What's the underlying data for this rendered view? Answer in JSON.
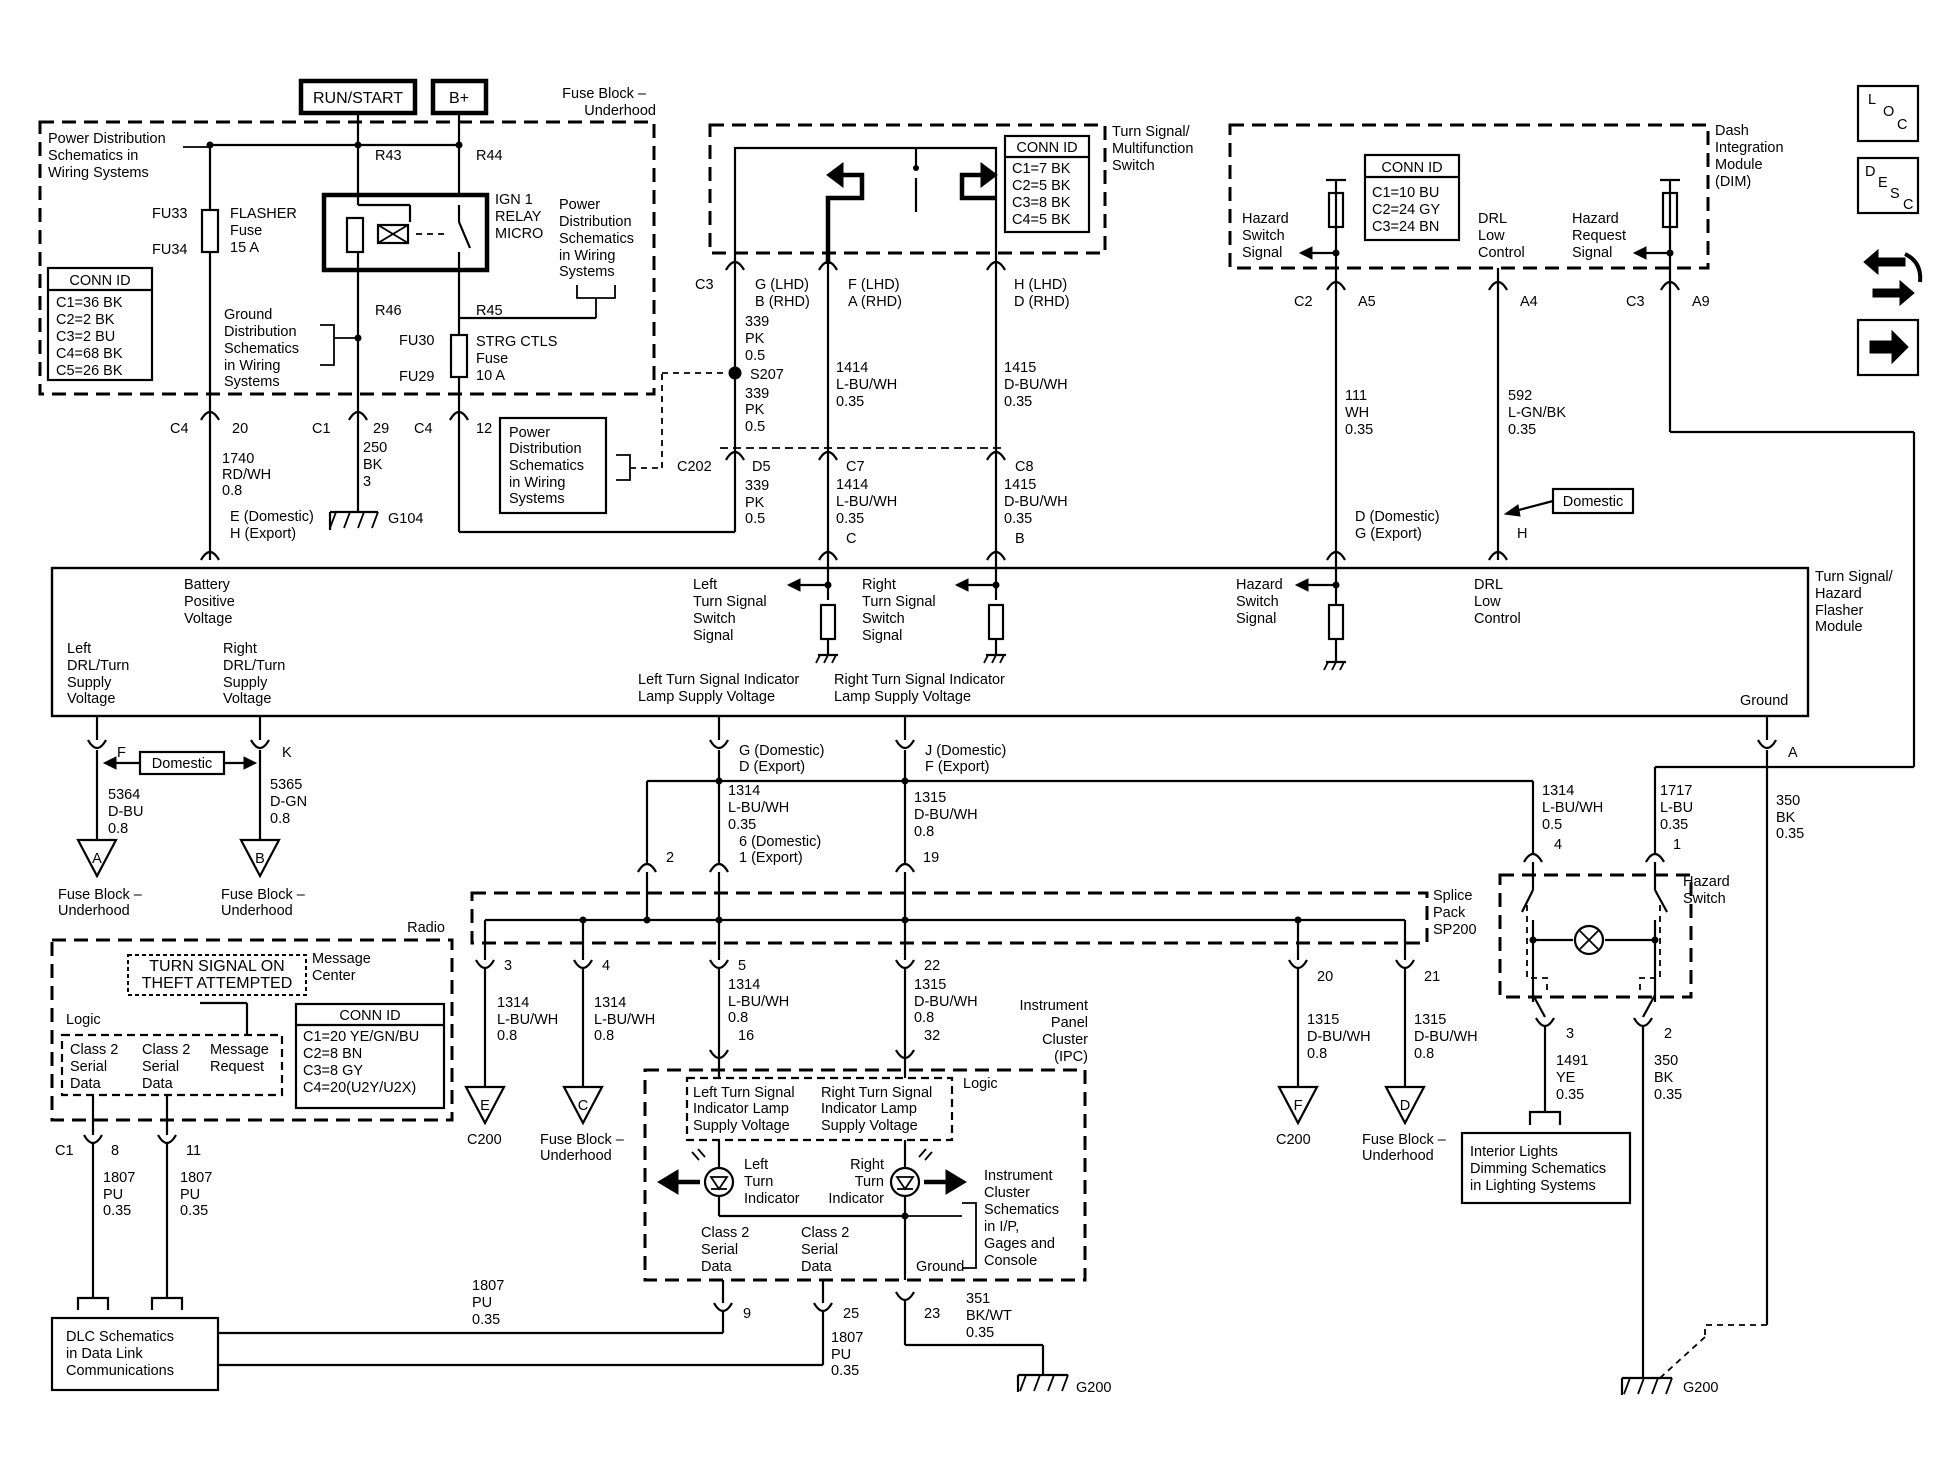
{
  "power": {
    "run_start": "RUN/START",
    "bplus": "B+"
  },
  "fuse_block": {
    "title_l1": "Fuse Block –",
    "title_l2": "Underhood",
    "pds_l1": "Power Distribution",
    "pds_l2": "Schematics in",
    "pds_l3": "Wiring Systems",
    "r43": "R43",
    "r44": "R44",
    "r46": "R46",
    "r45": "R45",
    "fu33": "FU33",
    "fu34": "FU34",
    "flasher_l1": "FLASHER",
    "flasher_l2": "Fuse",
    "flasher_l3": "15 A",
    "relay_l1": "IGN 1",
    "relay_l2": "RELAY",
    "relay_l3": "MICRO",
    "pds2_l1": "Power",
    "pds2_l2": "Distribution",
    "pds2_l3": "Schematics",
    "pds2_l4": "in Wiring",
    "pds2_l5": "Systems",
    "gnd_l1": "Ground",
    "gnd_l2": "Distribution",
    "gnd_l3": "Schematics",
    "gnd_l4": "in Wiring",
    "gnd_l5": "Systems",
    "fu30": "FU30",
    "fu29": "FU29",
    "strg_l1": "STRG CTLS",
    "strg_l2": "Fuse",
    "strg_l3": "10 A",
    "conn_title": "CONN ID",
    "conn": [
      "C1=36 BK",
      "C2=2 BK",
      "C3=2 BU",
      "C4=68 BK",
      "C5=26 BK"
    ]
  },
  "fb_pins": {
    "c4a": "C4",
    "p20": "20",
    "c1": "C1",
    "p29": "29",
    "c4b": "C4",
    "p12": "12",
    "w1740_a": "1740",
    "w1740_b": "RD/WH",
    "w1740_c": "0.8",
    "w250_a": "250",
    "w250_b": "BK",
    "w250_c": "3",
    "e_dom": "E (Domestic)",
    "h_exp": "H (Export)",
    "g104": "G104"
  },
  "pds_box": {
    "l1": "Power",
    "l2": "Distribution",
    "l3": "Schematics",
    "l4": "in Wiring",
    "l5": "Systems"
  },
  "turn_switch": {
    "title_l1": "Turn Signal/",
    "title_l2": "Multifunction",
    "title_l3": "Switch",
    "conn_title": "CONN ID",
    "conn": [
      "C1=7 BK",
      "C2=5 BK",
      "C3=8 BK",
      "C4=5 BK"
    ],
    "c3": "C3",
    "g_lhd": "G (LHD)",
    "b_rhd": "B (RHD)",
    "f_lhd": "F (LHD)",
    "a_rhd": "A (RHD)",
    "h_lhd": "H (LHD)",
    "d_rhd": "D (RHD)",
    "w339_a": "339",
    "w339_b": "PK",
    "w339_c": "0.5",
    "s207": "S207",
    "w339b_a": "339",
    "w339b_b": "PK",
    "w339b_c": "0.5",
    "w1414_a": "1414",
    "w1414_b": "L-BU/WH",
    "w1414_c": "0.35",
    "w1415_a": "1415",
    "w1415_b": "D-BU/WH",
    "w1415_c": "0.35",
    "c202": "C202",
    "d5": "D5",
    "c7": "C7",
    "c8": "C8",
    "w339c_a": "339",
    "w339c_b": "PK",
    "w339c_c": "0.5",
    "w1414b_a": "1414",
    "w1414b_b": "L-BU/WH",
    "w1414b_c": "0.35",
    "w1415b_a": "1415",
    "w1415b_b": "D-BU/WH",
    "w1415b_c": "0.35",
    "pin_c": "C",
    "pin_b": "B"
  },
  "dim": {
    "title_l1": "Dash",
    "title_l2": "Integration",
    "title_l3": "Module",
    "title_l4": "(DIM)",
    "conn_title": "CONN ID",
    "conn": [
      "C1=10 BU",
      "C2=24 GY",
      "C3=24 BN"
    ],
    "hz_l1": "Hazard",
    "hz_l2": "Switch",
    "hz_l3": "Signal",
    "drl_l1": "DRL",
    "drl_l2": "Low",
    "drl_l3": "Control",
    "hr_l1": "Hazard",
    "hr_l2": "Request",
    "hr_l3": "Signal",
    "c2": "C2",
    "a5": "A5",
    "a4": "A4",
    "c3": "C3",
    "a9": "A9",
    "w111_a": "111",
    "w111_b": "WH",
    "w111_c": "0.35",
    "w592_a": "592",
    "w592_b": "L-GN/BK",
    "w592_c": "0.35",
    "domestic": "Domestic",
    "d_dom": "D (Domestic)",
    "g_exp": "G (Export)",
    "pin_h": "H"
  },
  "module": {
    "title_l1": "Turn Signal/",
    "title_l2": "Hazard",
    "title_l3": "Flasher",
    "title_l4": "Module",
    "bpv_l1": "Battery",
    "bpv_l2": "Positive",
    "bpv_l3": "Voltage",
    "lts_l1": "Left",
    "lts_l2": "Turn Signal",
    "lts_l3": "Switch",
    "lts_l4": "Signal",
    "rts_l1": "Right",
    "rts_l2": "Turn Signal",
    "rts_l3": "Switch",
    "rts_l4": "Signal",
    "hss_l1": "Hazard",
    "hss_l2": "Switch",
    "hss_l3": "Signal",
    "drl_l1": "DRL",
    "drl_l2": "Low",
    "drl_l3": "Control",
    "ldrl_l1": "Left",
    "ldrl_l2": "DRL/Turn",
    "ldrl_l3": "Supply",
    "ldrl_l4": "Voltage",
    "rdrl_l1": "Right",
    "rdrl_l2": "DRL/Turn",
    "rdrl_l3": "Supply",
    "rdrl_l4": "Voltage",
    "lti_l1": "Left Turn Signal Indicator",
    "lti_l2": "Lamp Supply Voltage",
    "rti_l1": "Right Turn Signal Indicator",
    "rti_l2": "Lamp Supply Voltage",
    "ground": "Ground"
  },
  "lower": {
    "pin_f": "F",
    "pin_k": "K",
    "domestic": "Domestic",
    "w5364_a": "5364",
    "w5364_b": "D-BU",
    "w5364_c": "0.8",
    "w5365_a": "5365",
    "w5365_b": "D-GN",
    "w5365_c": "0.8",
    "ref_a": "A",
    "ref_b": "B",
    "fba_l1": "Fuse Block –",
    "fba_l2": "Underhood",
    "fbb_l1": "Fuse Block –",
    "fbb_l2": "Underhood",
    "g_dom": "G (Domestic)",
    "d_exp": "D (Export)",
    "j_dom": "J (Domestic)",
    "f_exp": "F (Export)",
    "pin_a": "A",
    "w1314_a": "1314",
    "w1314_b": "L-BU/WH",
    "w1314_c": "0.35",
    "w1315_a": "1315",
    "w1315_b": "D-BU/WH",
    "w1315_c": "0.8",
    "six_dom": "6 (Domestic)",
    "one_exp": "1 (Export)",
    "p2": "2",
    "p19": "19",
    "w1314r_a": "1314",
    "w1314r_b": "L-BU/WH",
    "w1314r_c": "0.5",
    "w1717_a": "1717",
    "w1717_b": "L-BU",
    "w1717_c": "0.35",
    "w350_a": "350",
    "w350_b": "BK",
    "w350_c": "0.35",
    "p4": "4",
    "p1": "1",
    "splice_l1": "Splice",
    "splice_l2": "Pack",
    "splice_l3": "SP200",
    "hazsw_l1": "Hazard",
    "hazsw_l2": "Switch",
    "s3": "3",
    "s4": "4",
    "s5": "5",
    "s22": "22",
    "s20": "20",
    "s21": "21",
    "wa_a": "1314",
    "wa_b": "L-BU/WH",
    "wa_c": "0.8",
    "wb_a": "1314",
    "wb_b": "L-BU/WH",
    "wb_c": "0.8",
    "wc_a": "1314",
    "wc_b": "L-BU/WH",
    "wc_c": "0.8",
    "p16": "16",
    "wd_a": "1315",
    "wd_b": "D-BU/WH",
    "wd_c": "0.8",
    "p32": "32",
    "we_a": "1315",
    "we_b": "D-BU/WH",
    "we_c": "0.8",
    "wf_a": "1315",
    "wf_b": "D-BU/WH",
    "wf_c": "0.8",
    "ref_e": "E",
    "ref_c": "C",
    "ref_f": "F",
    "ref_d": "D",
    "c200a": "C200",
    "fbc_l1": "Fuse Block –",
    "fbc_l2": "Underhood",
    "c200b": "C200",
    "fbd_l1": "Fuse Block –",
    "fbd_l2": "Underhood",
    "h3": "3",
    "h2": "2",
    "w1491_a": "1491",
    "w1491_b": "YE",
    "w1491_c": "0.35",
    "w350b_a": "350",
    "w350b_b": "BK",
    "w350b_c": "0.35",
    "il_l1": "Interior Lights",
    "il_l2": "Dimming Schematics",
    "il_l3": "in Lighting Systems",
    "g200b": "G200"
  },
  "radio": {
    "title": "Radio",
    "msg_l1": "TURN SIGNAL ON",
    "msg_l2": "THEFT ATTEMPTED",
    "mc_l1": "Message",
    "mc_l2": "Center",
    "logic": "Logic",
    "cs1_l1": "Class 2",
    "cs1_l2": "Serial",
    "cs1_l3": "Data",
    "cs2_l1": "Class 2",
    "cs2_l2": "Serial",
    "cs2_l3": "Data",
    "mr_l1": "Message",
    "mr_l2": "Request",
    "conn_title": "CONN ID",
    "conn": [
      "C1=20 YE/GN/BU",
      "C2=8 BN",
      "C3=8 GY",
      "C4=20(U2Y/U2X)"
    ],
    "c1": "C1",
    "p8": "8",
    "p11": "11",
    "w1807a_a": "1807",
    "w1807a_b": "PU",
    "w1807a_c": "0.35",
    "w1807b_a": "1807",
    "w1807b_b": "PU",
    "w1807b_c": "0.35",
    "dlc_l1": "DLC Schematics",
    "dlc_l2": "in Data Link",
    "dlc_l3": "Communications",
    "w1807c_a": "1807",
    "w1807c_b": "PU",
    "w1807c_c": "0.35"
  },
  "ipc": {
    "title_l1": "Instrument",
    "title_l2": "Panel",
    "title_l3": "Cluster",
    "title_l4": "(IPC)",
    "logic": "Logic",
    "ls_l1": "Left Turn Signal",
    "ls_l2": "Indicator Lamp",
    "ls_l3": "Supply Voltage",
    "rs_l1": "Right Turn Signal",
    "rs_l2": "Indicator Lamp",
    "rs_l3": "Supply Voltage",
    "lti_l1": "Left",
    "lti_l2": "Turn",
    "lti_l3": "Indicator",
    "rti_l1": "Right",
    "rti_l2": "Turn",
    "rti_l3": "Indicator",
    "ics_l1": "Instrument",
    "ics_l2": "Cluster",
    "ics_l3": "Schematics",
    "ics_l4": "in I/P,",
    "ics_l5": "Gages and",
    "ics_l6": "Console",
    "csd1_l1": "Class 2",
    "csd1_l2": "Serial",
    "csd1_l3": "Data",
    "csd2_l1": "Class 2",
    "csd2_l2": "Serial",
    "csd2_l3": "Data",
    "ground": "Ground",
    "p9": "9",
    "p25": "25",
    "p23": "23",
    "w1807_a": "1807",
    "w1807_b": "PU",
    "w1807_c": "0.35",
    "w351_a": "351",
    "w351_b": "BK/WT",
    "w351_c": "0.35",
    "g200": "G200"
  },
  "nav": {
    "loc_l": "L",
    "loc_o": "O",
    "loc_c": "C",
    "desc_d": "D",
    "desc_e": "E",
    "desc_s": "S",
    "desc_c": "C"
  }
}
